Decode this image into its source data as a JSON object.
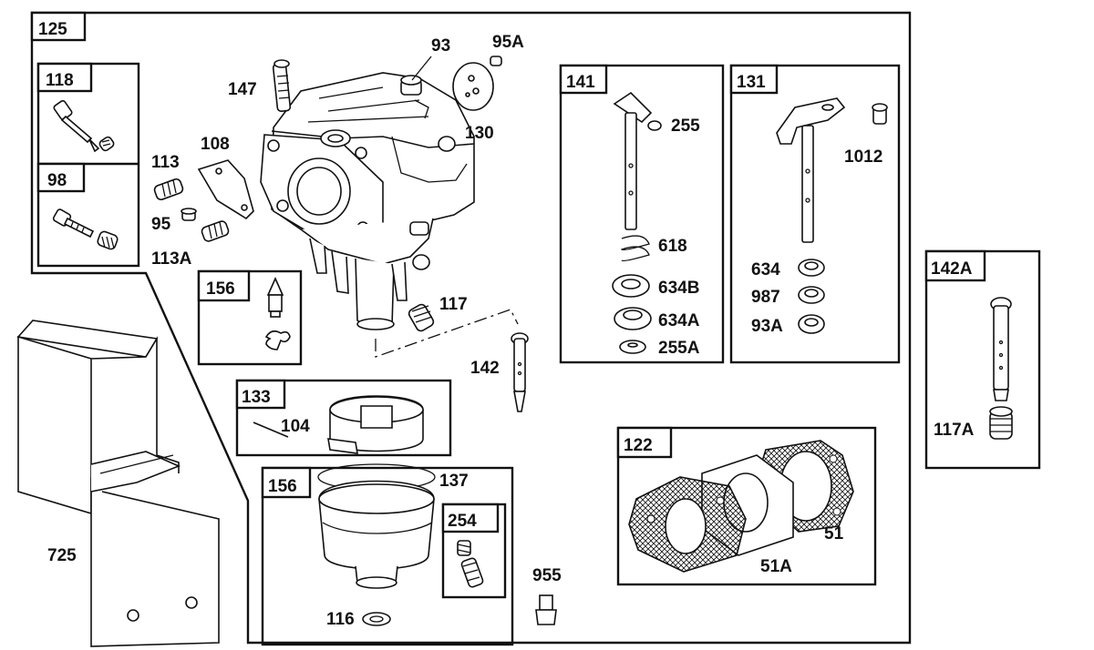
{
  "diagram": {
    "groups": [
      {
        "id": "125"
      },
      {
        "id": "118"
      },
      {
        "id": "98"
      },
      {
        "id": "156"
      },
      {
        "id": "133"
      },
      {
        "id": "156"
      },
      {
        "id": "254"
      },
      {
        "id": "141"
      },
      {
        "id": "131"
      },
      {
        "id": "142A"
      },
      {
        "id": "122"
      }
    ],
    "part_labels": [
      {
        "text": "93"
      },
      {
        "text": "95A"
      },
      {
        "text": "147"
      },
      {
        "text": "130"
      },
      {
        "text": "108"
      },
      {
        "text": "113"
      },
      {
        "text": "95"
      },
      {
        "text": "113A"
      },
      {
        "text": "117"
      },
      {
        "text": "142"
      },
      {
        "text": "104"
      },
      {
        "text": "137"
      },
      {
        "text": "116"
      },
      {
        "text": "955"
      },
      {
        "text": "725"
      },
      {
        "text": "255"
      },
      {
        "text": "618"
      },
      {
        "text": "634B"
      },
      {
        "text": "634A"
      },
      {
        "text": "255A"
      },
      {
        "text": "1012"
      },
      {
        "text": "634"
      },
      {
        "text": "987"
      },
      {
        "text": "93A"
      },
      {
        "text": "117A"
      },
      {
        "text": "51"
      },
      {
        "text": "51A"
      }
    ]
  }
}
